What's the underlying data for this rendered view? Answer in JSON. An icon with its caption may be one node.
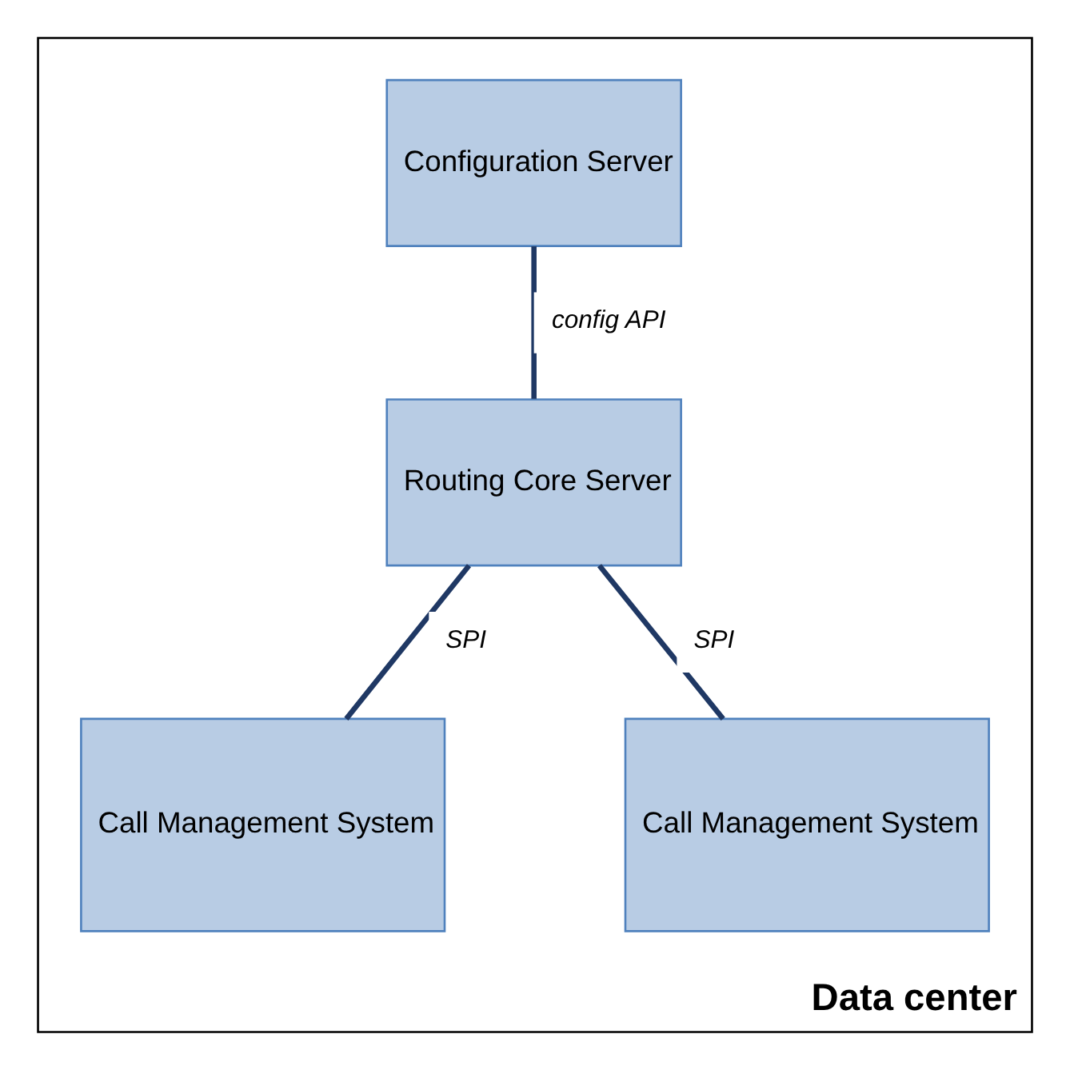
{
  "diagram": {
    "nodes": [
      {
        "text": [
          "Data center"
        ]
      },
      {
        "text": [
          "Configuration Server"
        ],
        "in": 0
      },
      {
        "text": [
          "Routing Core Server"
        ],
        "in": 0
      },
      {
        "text": [
          "Call Management System"
        ],
        "in": 0
      },
      {
        "text": [
          "Call Management System"
        ],
        "in": 0
      }
    ],
    "edges": [
      {
        "from": 1,
        "to": 2,
        "arrow": "none",
        "label": "config API"
      },
      {
        "from": 2,
        "to": 3,
        "arrow": "none",
        "label": "SPI"
      },
      {
        "from": 2,
        "to": 4,
        "arrow": "none",
        "label": "SPI"
      }
    ]
  }
}
